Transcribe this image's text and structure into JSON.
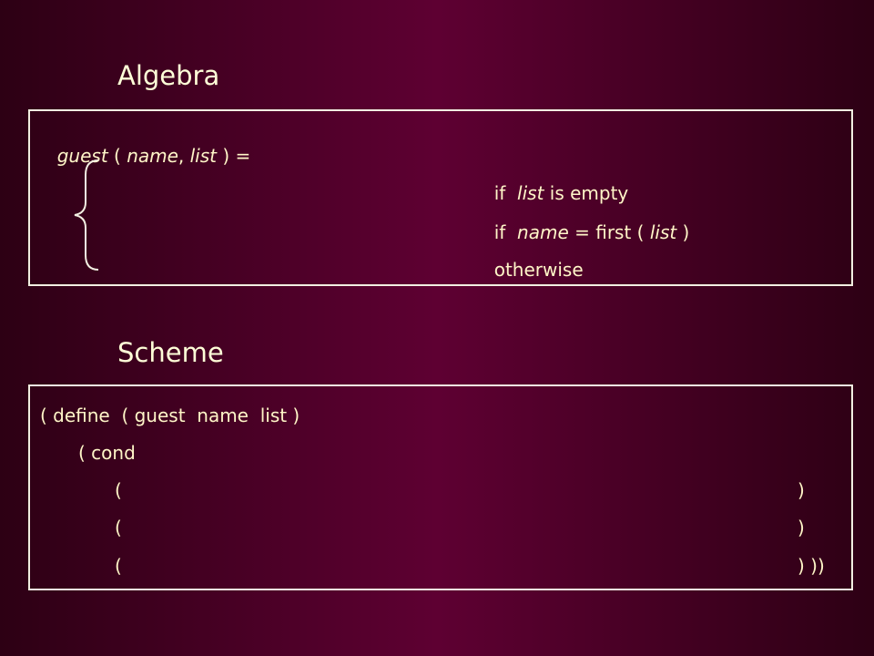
{
  "algebra": {
    "heading": "Algebra",
    "signature": {
      "fn": "guest",
      "open": " ( ",
      "arg1": "name",
      "comma": ", ",
      "arg2": "list",
      "close": " ) ="
    },
    "cases": [
      {
        "kw": "if  ",
        "var": "list",
        "rest": " is empty"
      },
      {
        "kw": "if  ",
        "var": "name",
        "mid": " = first ( ",
        "var2": "list",
        "rest": " )"
      },
      {
        "kw": "otherwise"
      }
    ]
  },
  "scheme": {
    "heading": "Scheme",
    "lines": {
      "define": "( define  ( guest  name  list )",
      "cond": "( cond",
      "open1": "(",
      "open2": "(",
      "open3": "(",
      "close1": ")",
      "close2": ")",
      "close3": ") ))"
    }
  }
}
